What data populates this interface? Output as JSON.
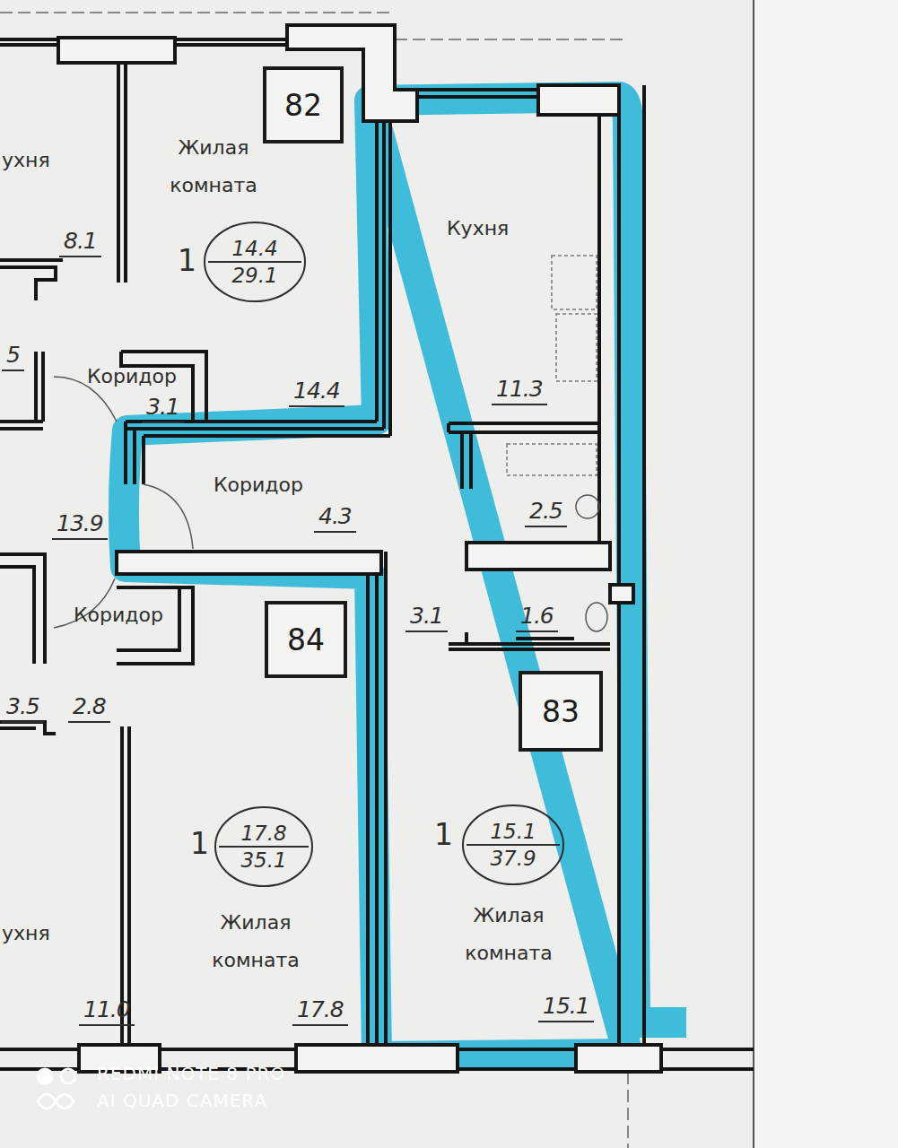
{
  "diagram": {
    "nodes": [
      {
        "text": [
          "82"
        ]
      },
      {
        "text": [
          "14.4",
          "29.1"
        ]
      },
      {
        "text": [
          "84"
        ]
      },
      {
        "text": [
          "17.8",
          "35.1"
        ]
      },
      {
        "text": [
          "83"
        ]
      },
      {
        "text": [
          "15.1",
          "37.9"
        ]
      }
    ],
    "labels": [
      "ухня",
      "Жилая комната",
      "8.1",
      "1",
      "5",
      "Коридор",
      "3.1",
      "14.4",
      "Кухня",
      "11.3",
      "Коридор",
      "4.3",
      "2.5",
      "13.9",
      "Коридор",
      "3.1",
      "1.6",
      "3.5",
      "2.8",
      "1",
      "1",
      "Жилая комната",
      "Жилая комната",
      "ухня",
      "11.0",
      "17.8",
      "15.1",
      "REDMI NOTE 8 PRO",
      "AI QUAD CAMERA"
    ]
  }
}
